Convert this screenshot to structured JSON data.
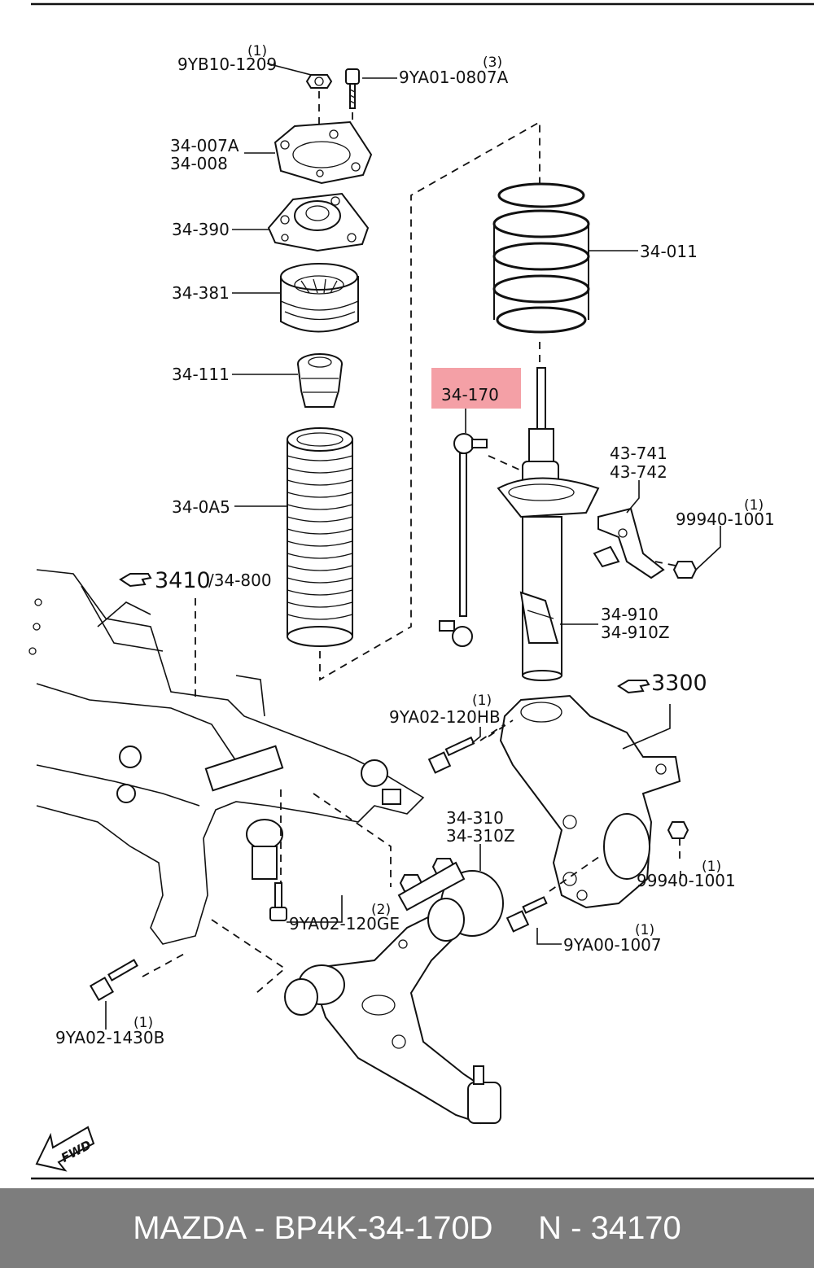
{
  "labels": {
    "nut_top": "9YB10-1209",
    "nut_top_qty": "(1)",
    "bolt_top": "9YA01-0807A",
    "bolt_top_qty": "(3)",
    "plate_a": "34-007A",
    "plate_b": "34-008",
    "mount": "34-390",
    "bearing": "34-381",
    "bumper": "34-111",
    "boot": "34-0A5",
    "spring": "34-011",
    "stabilizer_link": "34-170",
    "bracket_a": "43-741",
    "bracket_b": "43-742",
    "bracket_nut": "99940-1001",
    "bracket_nut_qty": "(1)",
    "strut_a": "34-910",
    "strut_b": "34-910Z",
    "ref_crossmember": "3410",
    "ref_crossmember_sub": "/34-800",
    "ref_knuckle": "3300",
    "knuckle_bolt": "9YA02-120HB",
    "knuckle_bolt_qty": "(1)",
    "arm_a": "34-310",
    "arm_b": "34-310Z",
    "arm_bolt": "9YA02-120GE",
    "arm_bolt_qty": "(2)",
    "balljoint_nut": "99940-1001",
    "balljoint_nut_qty": "(1)",
    "knuckle_bolt2": "9YA00-1007",
    "knuckle_bolt2_qty": "(1)",
    "rear_bolt": "9YA02-1430B",
    "rear_bolt_qty": "(1)",
    "fwd": "FWD"
  },
  "colors": {
    "highlight": "#f4a0a6",
    "footer_bg": "#7d7d7d",
    "footer_text": "#ffffff"
  },
  "icons": [
    "pointing-hand-icon",
    "fwd-arrow-icon"
  ],
  "footer": {
    "text": "MAZDA - BP4K-34-170D     N - 34170"
  }
}
